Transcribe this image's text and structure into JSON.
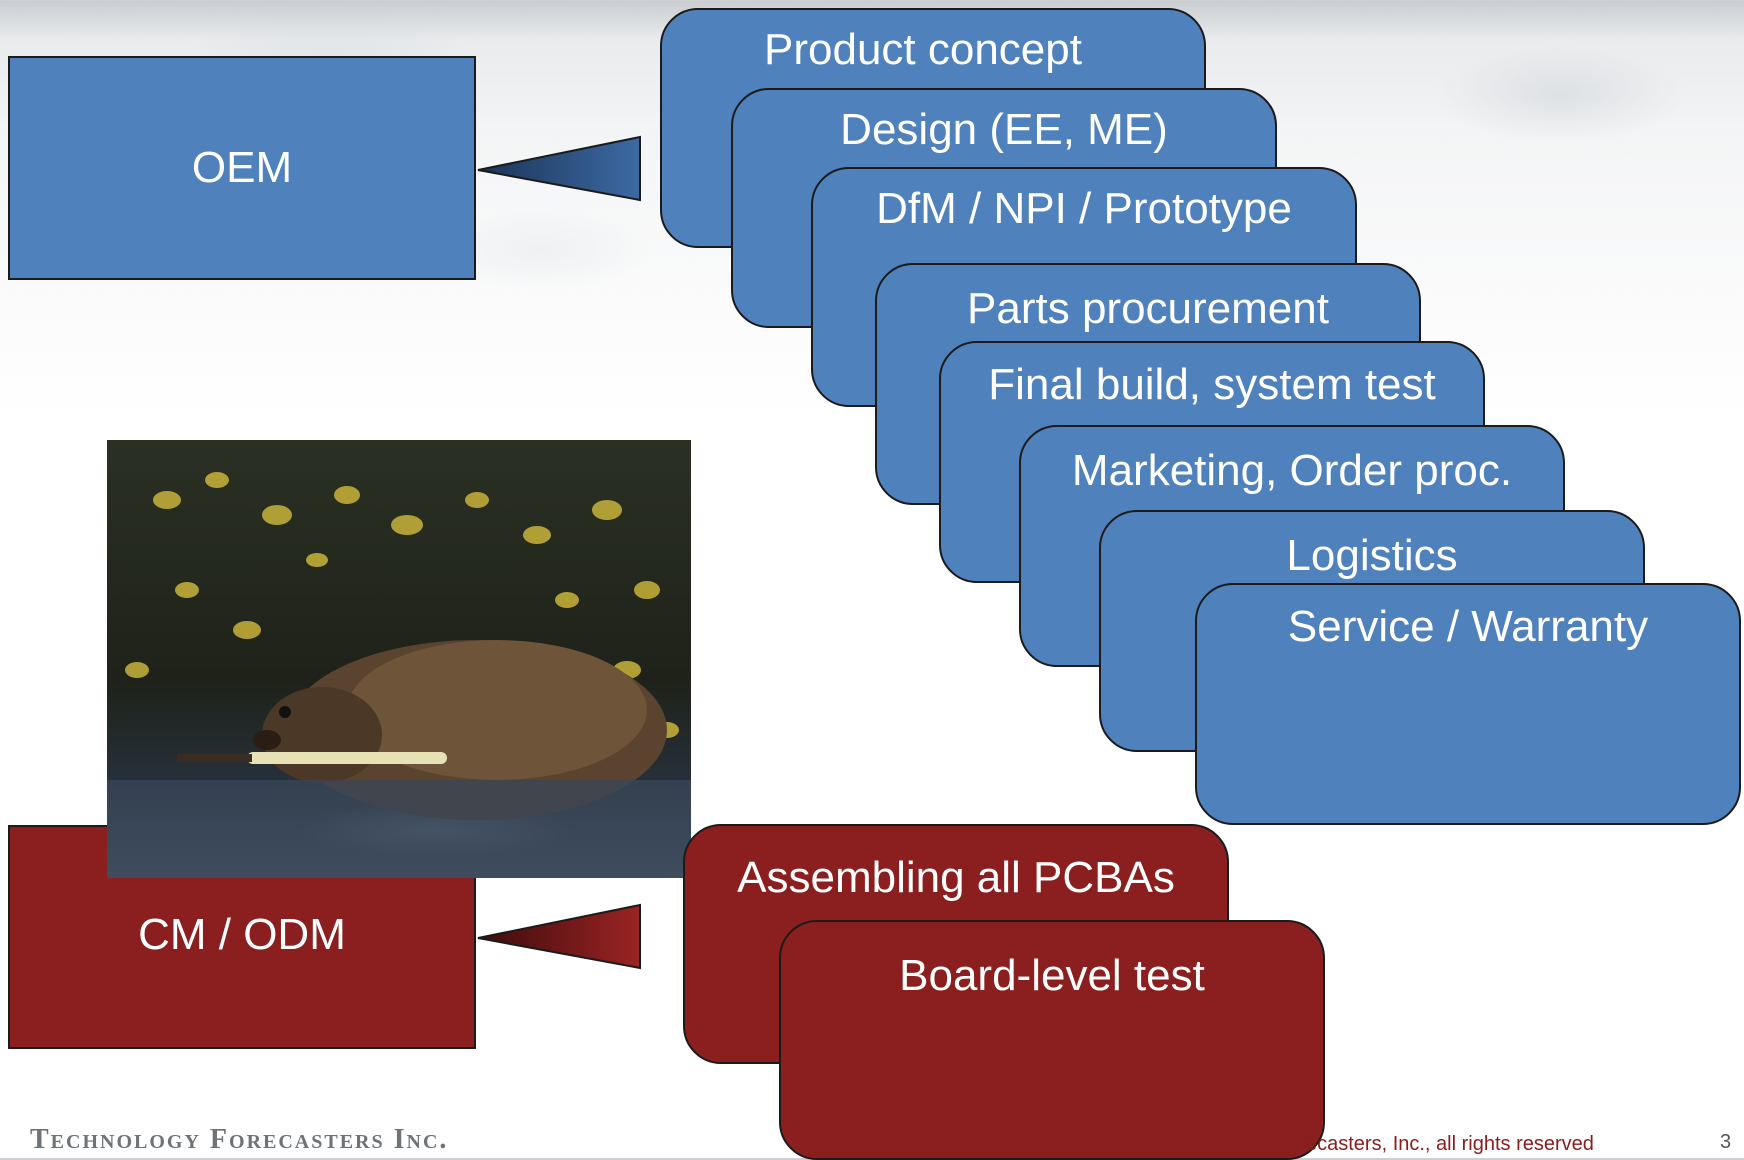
{
  "oem": {
    "label": "OEM",
    "steps": [
      "Product concept",
      "Design (EE, ME)",
      "DfM / NPI / Prototype",
      "Parts procurement",
      "Final build, system test",
      "Marketing, Order proc.",
      "Logistics",
      "Service / Warranty"
    ]
  },
  "cm": {
    "label": "CM / ODM",
    "steps": [
      "Assembling all PCBAs",
      "Board-level test"
    ]
  },
  "colors": {
    "oem_fill": "#4f81bd",
    "cm_fill": "#8b1f1f"
  },
  "footer": {
    "logo": "Technology Forecasters Inc.",
    "copyright": "ecasters, Inc., all rights reserved",
    "page_number": "3"
  }
}
